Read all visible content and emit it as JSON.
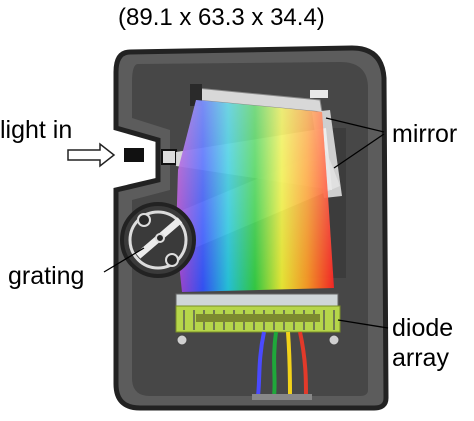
{
  "title": "(89.1 x 63.3 x 34.4)",
  "labels": {
    "light_in": "light in",
    "mirror": "mirror",
    "grating": "grating",
    "diode": "diode",
    "array": "array"
  },
  "colors": {
    "housing_border": "#2a2a2a",
    "housing_fill": "#5a5a5a",
    "inner_panel": "#4a4a4a",
    "mirror": "#d9d9d9",
    "beam": "#e8e8e8",
    "detector_board": "#b6d64a",
    "wire_colors": [
      "#4a4aff",
      "#1fa83a",
      "#f2d21a",
      "#e23a2a"
    ]
  },
  "spectrum_colors": [
    "#b040d0",
    "#3050ff",
    "#20c8e0",
    "#30d040",
    "#f0f030",
    "#ff9a20",
    "#ff2020"
  ]
}
